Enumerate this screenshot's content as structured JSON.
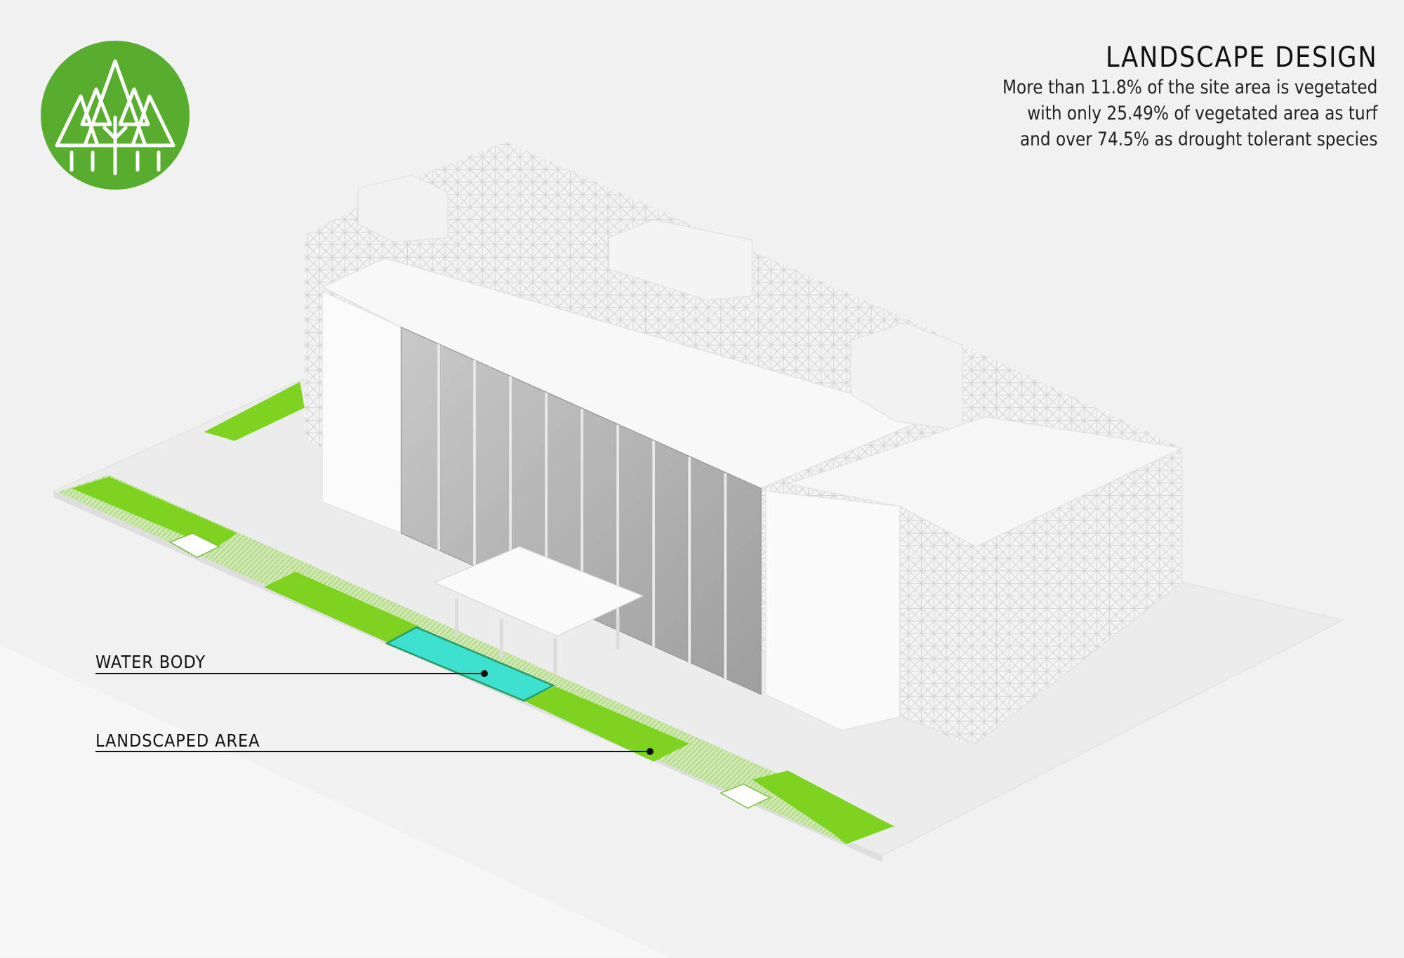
{
  "header": {
    "title": "LANDSCAPE DESIGN",
    "description_lines": [
      "More than 11.8% of the site area is vegetated",
      "with only 25.49% of vegetated area as turf",
      "and over 74.5% as drought tolerant species"
    ]
  },
  "logo": {
    "icon": "trees-icon",
    "color": "#58ac2e"
  },
  "callouts": [
    {
      "label": "WATER BODY"
    },
    {
      "label": "LANDSCAPED AREA"
    }
  ],
  "colors": {
    "vegetation": "#7ed321",
    "water": "#3ee0cf",
    "building": "#f7f7f7",
    "glass": "#bdbdbd"
  }
}
